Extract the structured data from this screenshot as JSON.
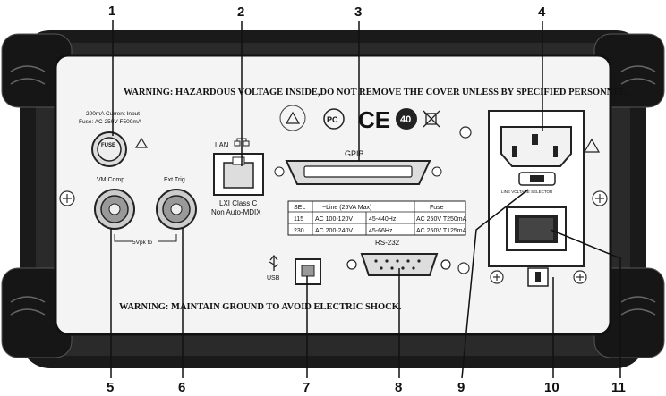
{
  "warnings": {
    "top": "WARNING: HAZARDOUS VOLTAGE INSIDE,DO NOT REMOVE THE COVER  UNLESS BY SPECIFIED PERSONNEL.",
    "bottom": "WARNING: MAINTAIN GROUND TO AVOID ELECTRIC SHOCK."
  },
  "fuse": {
    "line1": "200mA Current Input",
    "line2": "Fuse: AC 250V F500mA",
    "cap_text": "FUSE"
  },
  "connectors": {
    "vm_comp": "VM Comp",
    "ext_trig": "Ext Trig",
    "bnc_note": "5Vpk to",
    "lan": "LAN",
    "lxi_line1": "LXI Class C",
    "lxi_line2": "Non Auto-MDIX",
    "gpib": "GPIB",
    "usb": "USB",
    "rs232": "RS-232",
    "voltage_select_label": "LINE VOLTAGE SELECTOR"
  },
  "power_table": {
    "headers": [
      "SEL",
      "~Line (25VA Max)",
      "",
      "Fuse"
    ],
    "rows": [
      [
        "115",
        "AC 100-120V",
        "45-440Hz",
        "AC 250V T250mA"
      ],
      [
        "230",
        "AC 200-240V",
        "45-66Hz",
        "AC 250V T125mA"
      ]
    ]
  },
  "marks": {
    "rohs_number": "40"
  },
  "callouts": [
    "1",
    "2",
    "3",
    "4",
    "5",
    "6",
    "7",
    "8",
    "9",
    "10",
    "11"
  ]
}
